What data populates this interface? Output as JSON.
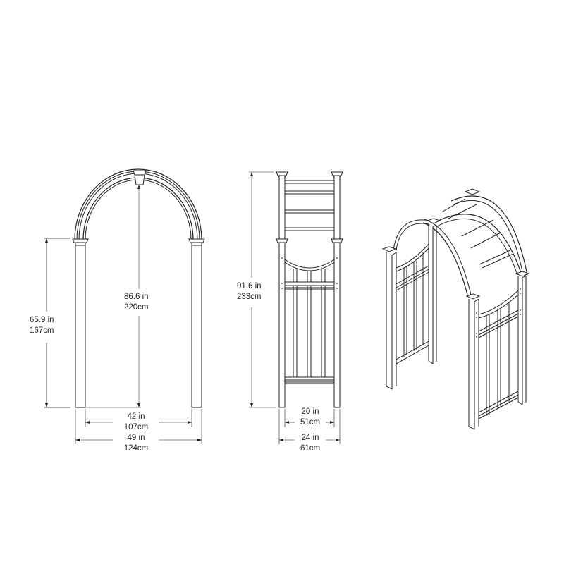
{
  "diagram": {
    "type": "product dimension drawing",
    "subject": "garden arch arbor",
    "line_color": "#231f20",
    "views": [
      "front",
      "side",
      "isometric"
    ]
  },
  "front_view": {
    "post_height": {
      "imperial": "65.9 in",
      "metric": "167cm"
    },
    "total_height": {
      "imperial": "86.6 in",
      "metric": "220cm"
    },
    "inner_width": {
      "imperial": "42 in",
      "metric": "107cm"
    },
    "outer_width": {
      "imperial": "49 in",
      "metric": "124cm"
    }
  },
  "side_view": {
    "total_height": {
      "imperial": "91.6 in",
      "metric": "233cm"
    },
    "inner_depth": {
      "imperial": "20 in",
      "metric": "51cm"
    },
    "outer_depth": {
      "imperial": "24 in",
      "metric": "61cm"
    }
  }
}
